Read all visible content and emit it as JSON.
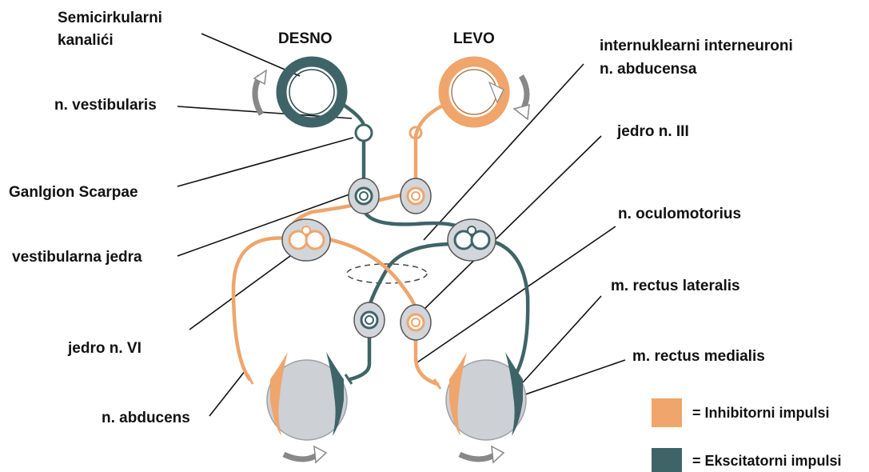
{
  "title": "",
  "side_labels": {
    "right": "DESNO",
    "left": "LEVO"
  },
  "labels": {
    "semicircular_1": "Semicirkularni",
    "semicircular_2": "kanalići",
    "vestibular_nerve": "n. vestibularis",
    "scarpa_ganglion": "Ganlgion Scarpae",
    "vestibular_nuclei": "vestibularna jedra",
    "abducens_nucleus": "jedro n. VI",
    "abducens_nerve": "n. abducens",
    "interneurons_1": "internuklearni interneuroni",
    "interneurons_2": "n. abducensa",
    "oculomotor_nucleus": "jedro n. III",
    "oculomotor_nerve": "n. oculomotorius",
    "lateral_rectus": "m. rectus lateralis",
    "medial_rectus": "m. rectus medialis"
  },
  "legend": {
    "inhibitory": "= Inhibitorni impulsi",
    "excitatory": "= Ekscitatorni impulsi"
  },
  "colors": {
    "inhibitory": "#EFA56B",
    "excitatory": "#3F6468",
    "nucleus_fill": "#D2D5D9",
    "eye_fill": "#CDD0D4"
  }
}
